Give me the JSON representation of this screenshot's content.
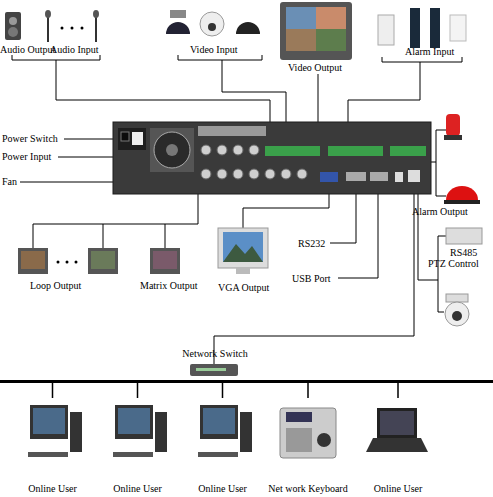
{
  "diagram": {
    "nodes": [
      {
        "text": [
          "Network Switch"
        ]
      },
      {
        "text": [
          "Online User"
        ]
      },
      {
        "text": [
          "Online User"
        ]
      },
      {
        "text": [
          "Online User"
        ]
      },
      {
        "text": [
          "Net work Keyboard"
        ]
      },
      {
        "text": [
          "Online User"
        ]
      }
    ],
    "edges": [
      {
        "from": 0,
        "to": 1,
        "arrow": "none"
      },
      {
        "from": 0,
        "to": 2,
        "arrow": "none"
      },
      {
        "from": 0,
        "to": 3,
        "arrow": "none"
      },
      {
        "from": 0,
        "to": 4,
        "arrow": "none"
      },
      {
        "from": 0,
        "to": 5,
        "arrow": "none"
      }
    ],
    "labels": [
      "Audio Output",
      "Audio Input",
      "Video Input",
      "Video Output",
      "Alarm Input",
      "Power Switch",
      "Power Input",
      "Fan",
      "Alarm Output",
      "RS485",
      "PTZ Control",
      "RS232",
      "USB Port",
      "Loop Output",
      "Matrix Output",
      "VGA Output"
    ]
  }
}
